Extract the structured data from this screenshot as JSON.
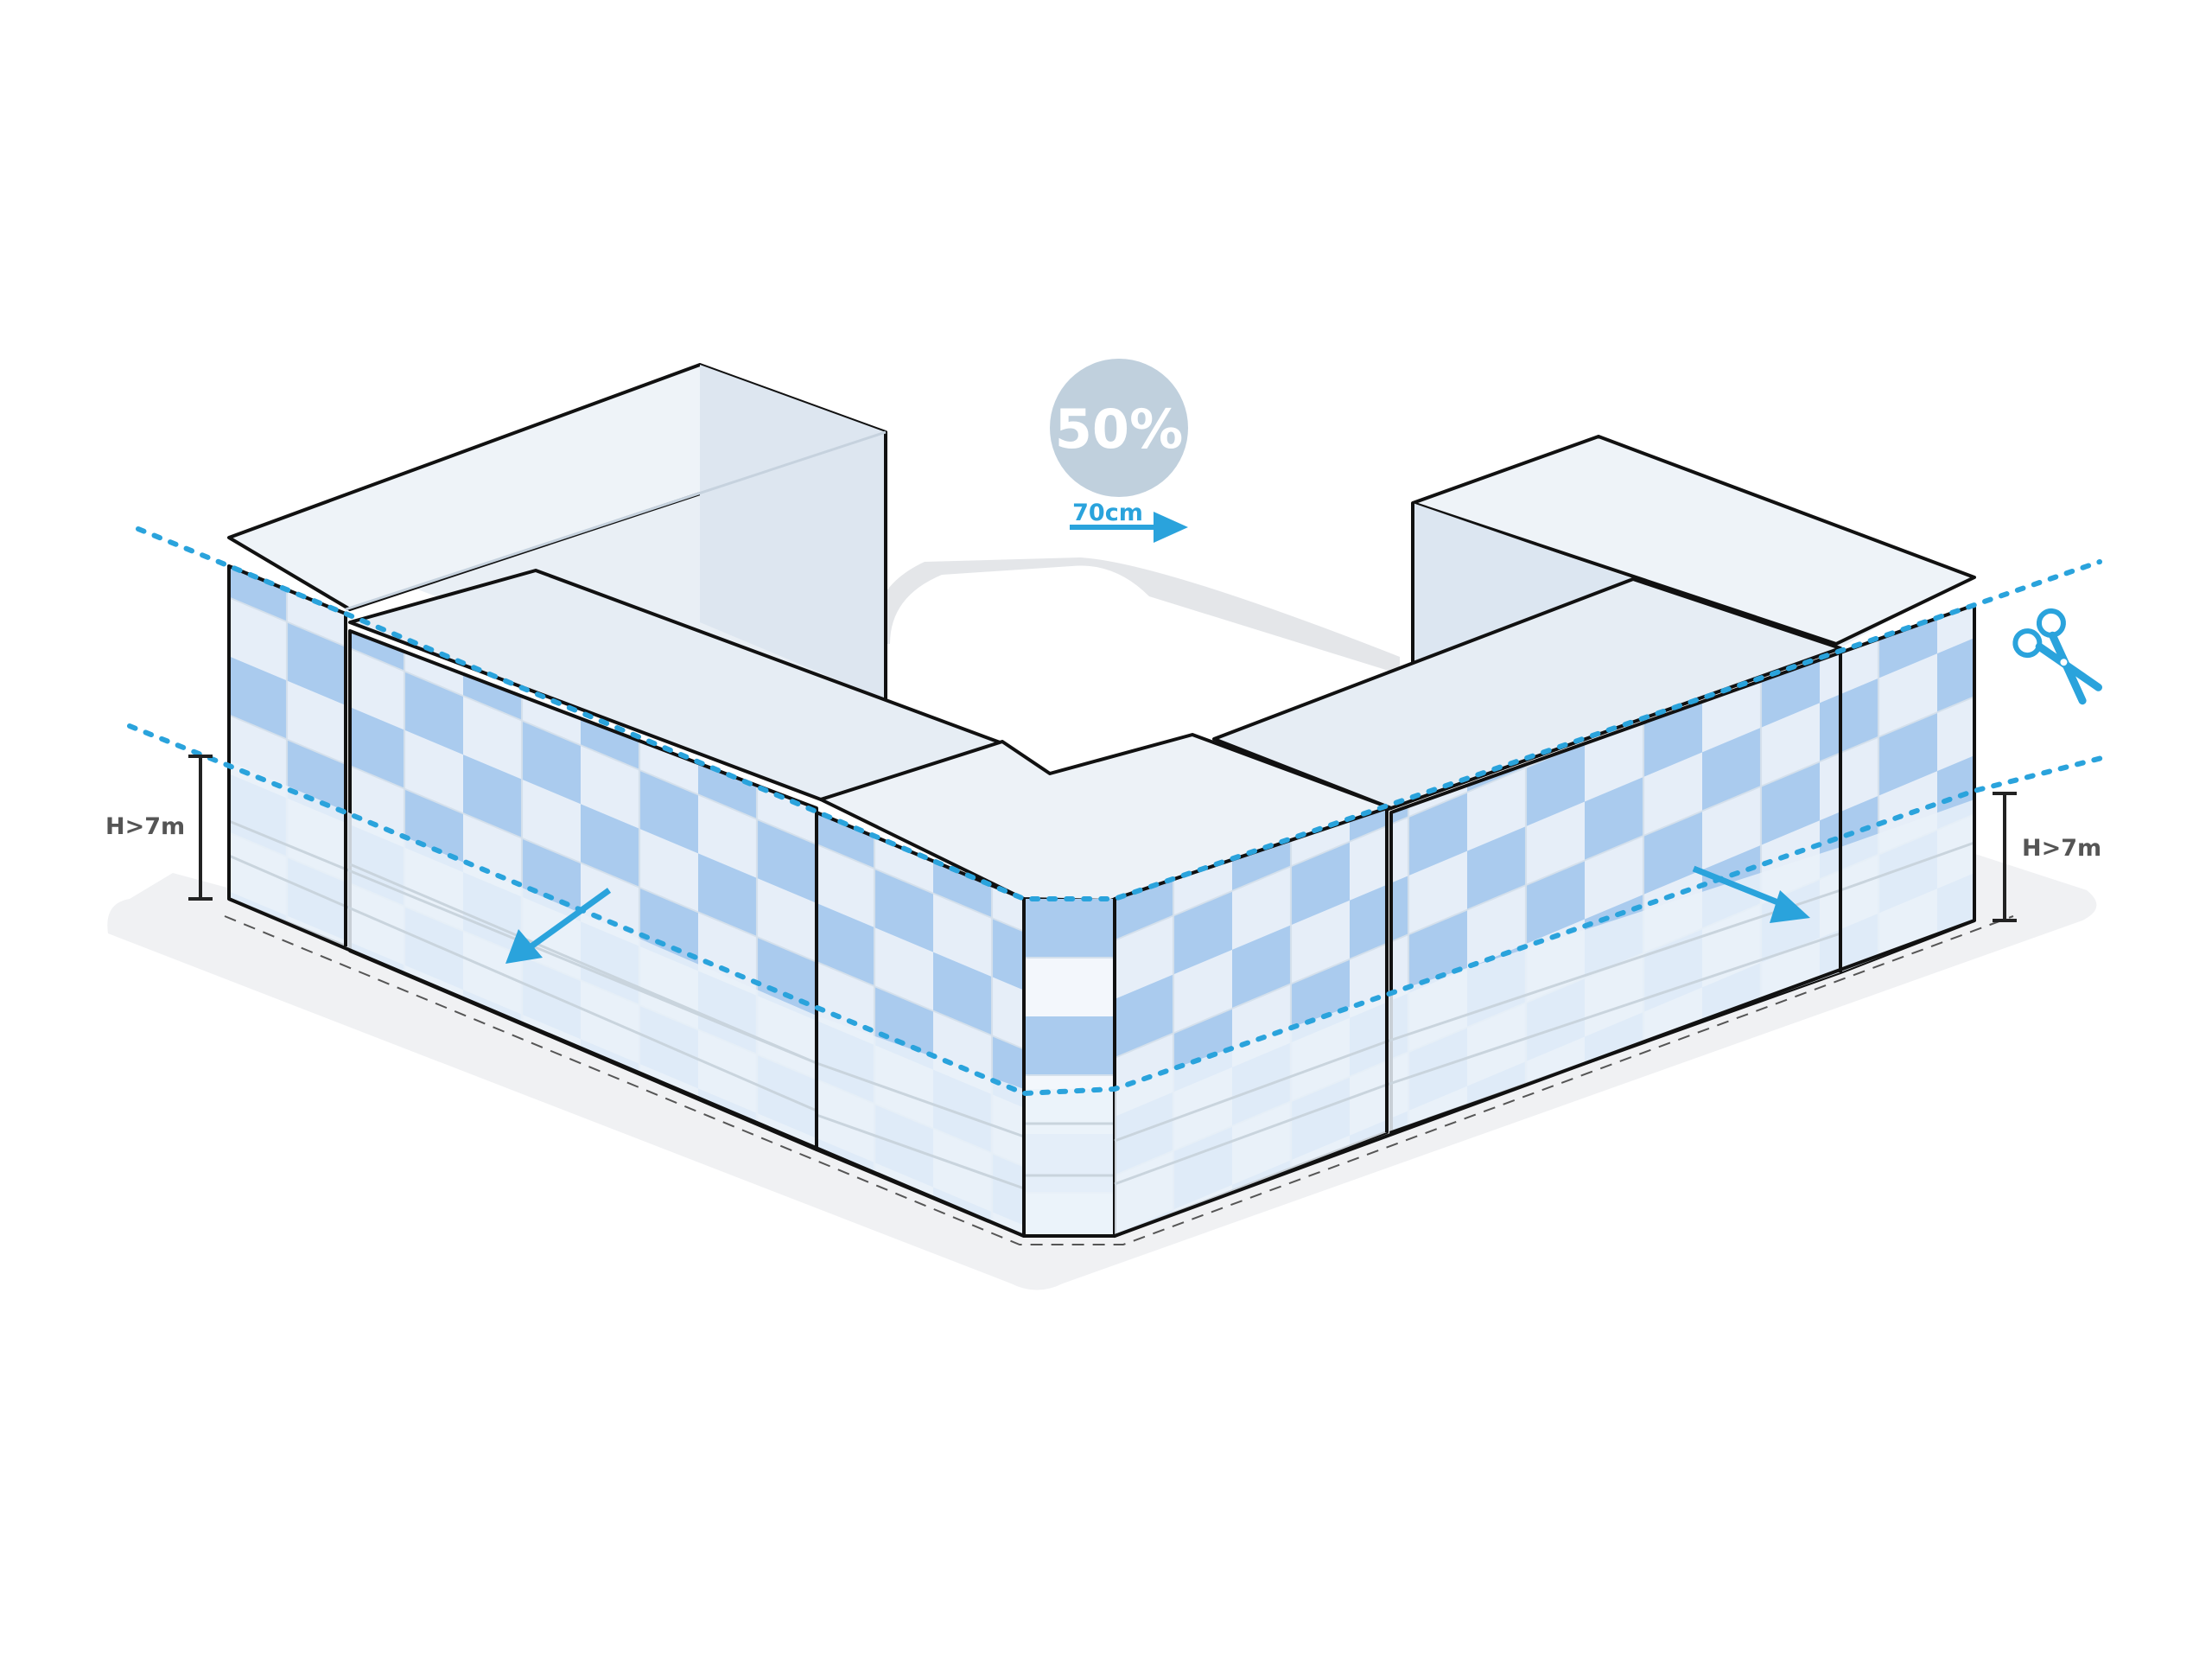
{
  "labels": {
    "percentage": "50%",
    "offset": "70cm",
    "height_left": "H>7m",
    "height_right": "H>7m"
  },
  "icons": {
    "scissors": "scissors-icon",
    "offset_arrow": "arrow-right-icon"
  },
  "colors": {
    "accent": "#2aa3dc",
    "tile": "#aacbee",
    "wall_light": "#e9f1f9",
    "roof": "#eaf0f6",
    "badge": "#c0d0dd"
  }
}
